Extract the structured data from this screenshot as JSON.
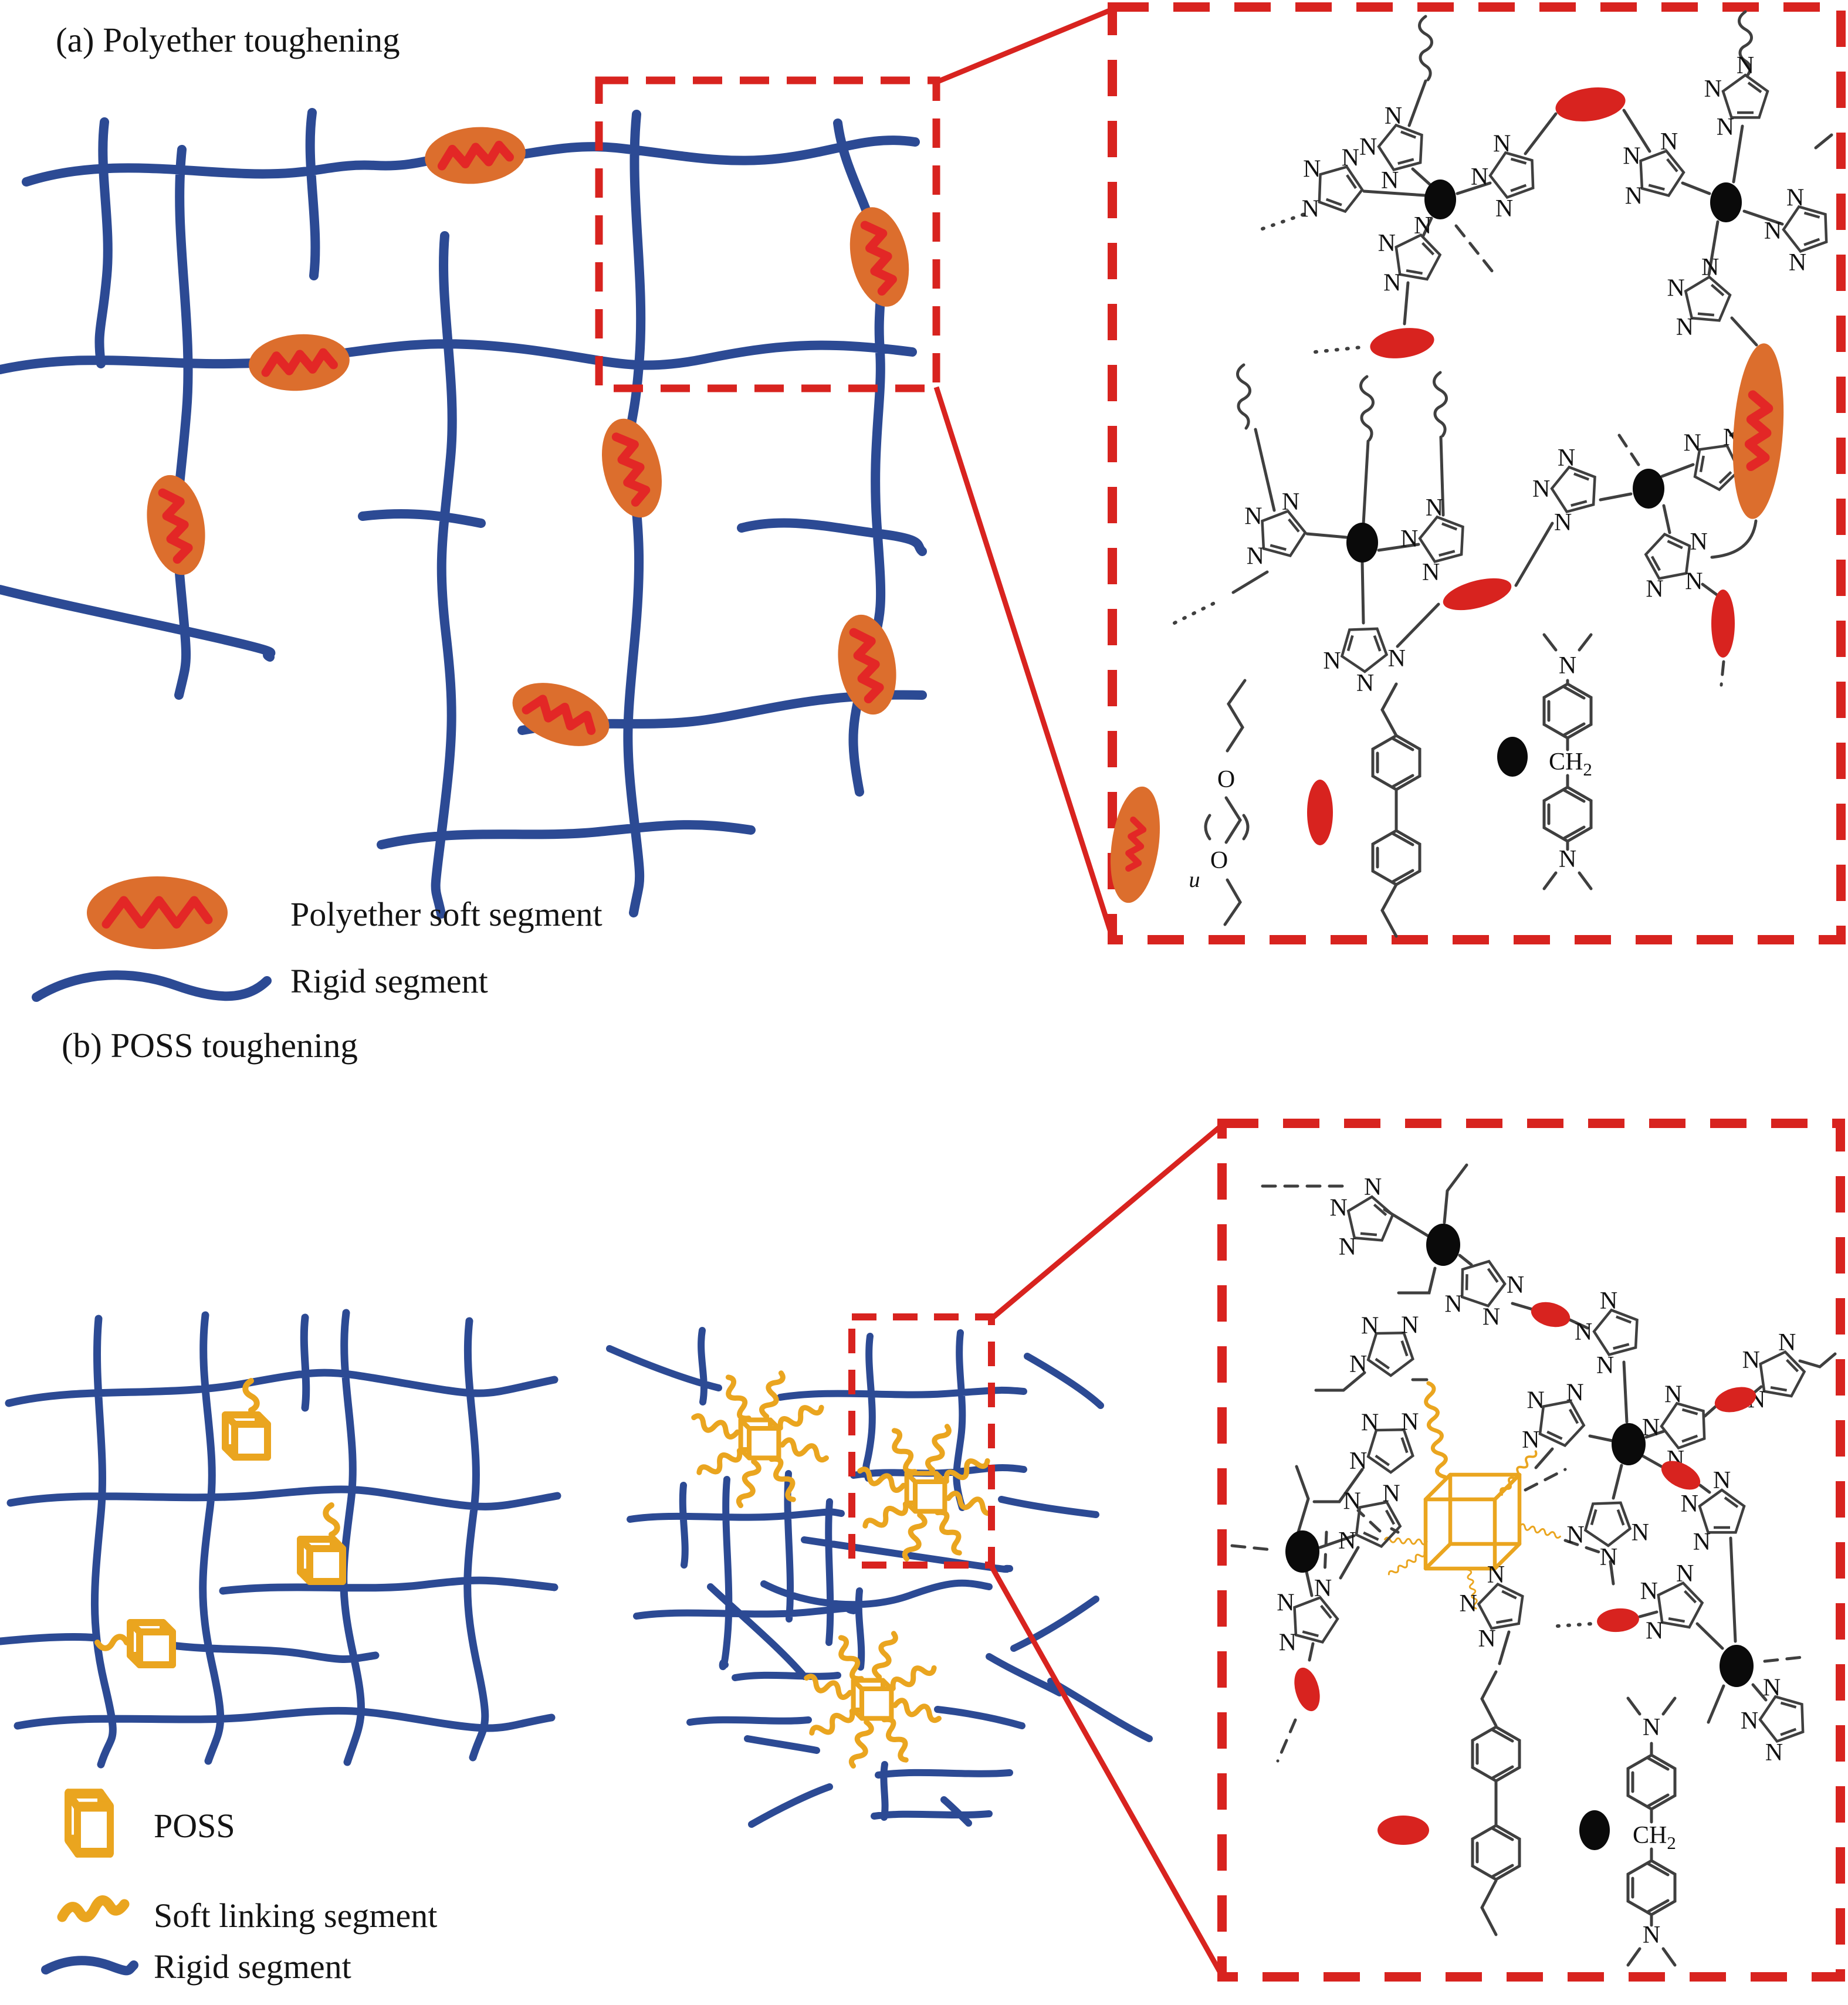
{
  "panel_a": {
    "title": "(a) Polyether toughening",
    "legend": [
      {
        "symbol": "polyether-soft-segment",
        "label": "Polyether soft segment"
      },
      {
        "symbol": "rigid-segment",
        "label": "Rigid segment"
      }
    ]
  },
  "panel_b": {
    "title": "(b) POSS toughening",
    "legend": [
      {
        "symbol": "poss-cube",
        "label": "POSS"
      },
      {
        "symbol": "soft-linking-segment",
        "label": "Soft linking segment"
      },
      {
        "symbol": "rigid-segment",
        "label": "Rigid segment"
      }
    ]
  },
  "chem": {
    "n": "N",
    "o": "O",
    "u": "u",
    "ch": "CH",
    "sub2": "2"
  },
  "colors": {
    "rigid_blue": "#2c4a94",
    "soft_orange": "#dc6e2d",
    "squiggle_red": "#e32726",
    "accent_red": "#d8231f",
    "poss_gold": "#eaa51f",
    "bond_gray": "#3f3f3f",
    "crosslink_black": "#0a0a0a"
  }
}
